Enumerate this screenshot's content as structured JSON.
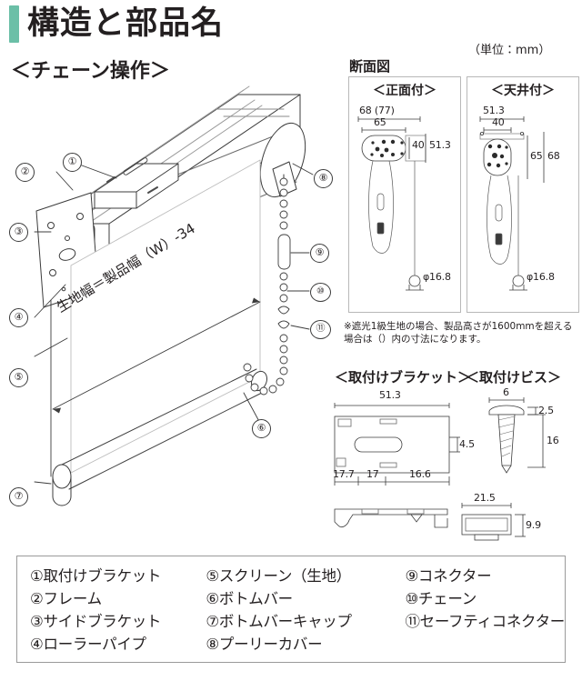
{
  "header": {
    "title": "構造と部品名",
    "subtitle": "＜チェーン操作＞",
    "accent_color": "#6bbfa7",
    "unit_note": "（単位：mm）"
  },
  "sections": {
    "cross_section_label": "断面図",
    "bracket_label": "＜取付けブラケット＞",
    "screw_label": "＜取付けビス＞"
  },
  "cross_sections": [
    {
      "title": "＜正面付＞",
      "dims": {
        "outer_width": "68 (77)",
        "inner_width": "65",
        "depth": "40",
        "height": "51.3",
        "chain_weight": "φ16.8"
      }
    },
    {
      "title": "＜天井付＞",
      "dims": {
        "outer_width": "51.3",
        "inner_width": "40",
        "height_inner": "65",
        "height_outer": "68",
        "chain_weight": "φ16.8"
      }
    }
  ],
  "note": "※遮光1級生地の場合、製品高さが1600mmを超える場合は（）内の寸法になります。",
  "bracket": {
    "total_width": "51.3",
    "seg1": "17.7",
    "seg2": "17",
    "seg3": "16.6",
    "thickness": "4.5",
    "cap_width": "21.5",
    "cap_height": "9.9"
  },
  "screw": {
    "head_width": "6",
    "head_height": "2.5",
    "shaft_length": "16"
  },
  "main_diagram": {
    "fabric_width_label": "生地幅＝製品幅（W）-34",
    "callouts": [
      {
        "id": "1",
        "label": "①"
      },
      {
        "id": "2",
        "label": "②"
      },
      {
        "id": "3",
        "label": "③"
      },
      {
        "id": "4",
        "label": "④"
      },
      {
        "id": "5",
        "label": "⑤"
      },
      {
        "id": "6",
        "label": "⑥"
      },
      {
        "id": "7",
        "label": "⑦"
      },
      {
        "id": "8",
        "label": "⑧"
      },
      {
        "id": "9",
        "label": "⑨"
      },
      {
        "id": "10",
        "label": "⑩"
      },
      {
        "id": "11",
        "label": "⑪"
      }
    ]
  },
  "legend": {
    "columns": [
      {
        "items": [
          "①取付けブラケット",
          "②フレーム",
          "③サイドブラケット",
          "④ローラーパイプ"
        ]
      },
      {
        "items": [
          "⑤スクリーン（生地）",
          "⑥ボトムバー",
          "⑦ボトムバーキャップ",
          "⑧プーリーカバー"
        ]
      },
      {
        "items": [
          "⑨コネクター",
          "⑩チェーン",
          "⑪セーフティコネクター"
        ]
      }
    ]
  }
}
